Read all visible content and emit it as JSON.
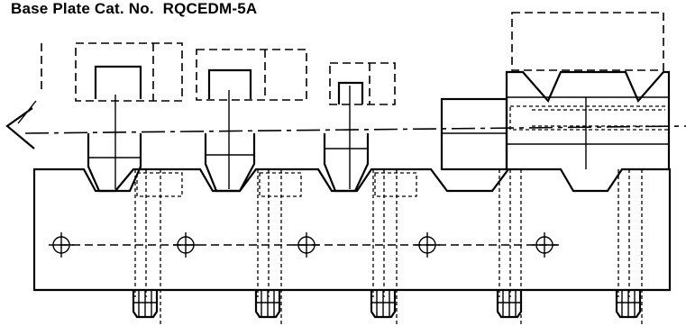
{
  "title": "Base Plate Cat. No.  RQCEDM-5A",
  "drawing": {
    "subject": "base-plate-side-elevation",
    "station_count": 5,
    "bolt_count": 5,
    "locating_hole_count": 5
  }
}
